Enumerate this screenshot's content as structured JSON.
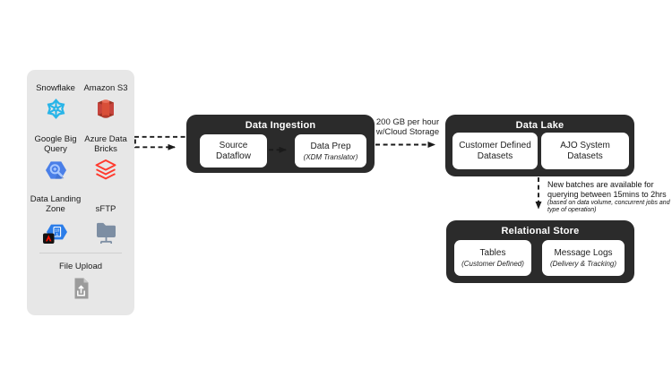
{
  "diagram": {
    "sources_panel": {
      "items": [
        {
          "label": "Snowflake",
          "icon": "snowflake-icon",
          "color": "#29b5e8"
        },
        {
          "label": "Amazon S3",
          "icon": "amazon-s3-icon",
          "color": "#d94f38"
        },
        {
          "label": "Google Big Query",
          "icon": "google-bigquery-icon",
          "color": "#4a7fe8"
        },
        {
          "label": "Azure Data Bricks",
          "icon": "azure-databricks-icon",
          "color": "#ff3a2e"
        },
        {
          "label": "Data Landing Zone",
          "icon": "data-landing-zone-icon",
          "color": "#2b7de9",
          "icon_digits": [
            "10",
            "1"
          ]
        },
        {
          "label": "sFTP",
          "icon": "sftp-icon",
          "color": "#7d8ea3"
        },
        {
          "label": "File Upload",
          "icon": "file-upload-icon",
          "color": "#9b9b9b"
        }
      ]
    },
    "data_ingestion": {
      "title": "Data Ingestion",
      "nodes": [
        {
          "title": "Source Dataflow"
        },
        {
          "title": "Data Prep",
          "subtitle": "(XDM Translator)"
        }
      ]
    },
    "ingest_arrow_label": {
      "line1": "200 GB per hour",
      "line2": "w/Cloud Storage"
    },
    "data_lake": {
      "title": "Data Lake",
      "nodes": [
        {
          "title": "Customer Defined Datasets"
        },
        {
          "title": "AJO System Datasets"
        }
      ]
    },
    "batch_note": {
      "line1": "New batches are available for",
      "line2": "querying between 15mins to 2hrs",
      "line3": "(based on data volume, concurrent jobs and",
      "line4": "type of operation)"
    },
    "relational_store": {
      "title": "Relational Store",
      "nodes": [
        {
          "title": "Tables",
          "subtitle": "(Customer Defined)"
        },
        {
          "title": "Message Logs",
          "subtitle": "(Delivery & Tracking)"
        }
      ]
    },
    "colors": {
      "group_box": "#2b2b2b",
      "panel_bg": "#e7e7e7",
      "arrow": "#1a1a1a",
      "node_bg": "#ffffff"
    }
  }
}
